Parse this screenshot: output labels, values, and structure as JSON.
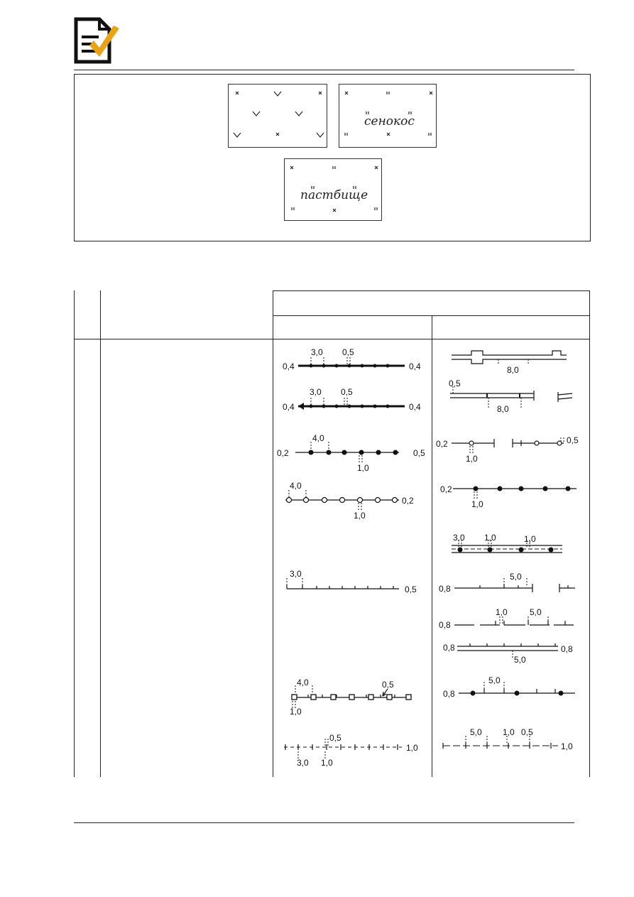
{
  "header": {
    "icon": "document-checkmark-icon",
    "accent_color": "#e8a317"
  },
  "land_figure": {
    "fields": [
      {
        "id": "orchard",
        "label": ""
      },
      {
        "id": "hayfield",
        "label": "сенокос"
      },
      {
        "id": "pasture",
        "label": "пастбище"
      }
    ]
  },
  "table": {
    "header_cells": [
      "",
      "",
      "",
      "",
      ""
    ],
    "symbols_left": [
      {
        "labels": [
          "3,0",
          "0,5",
          "0,4",
          "0,4"
        ]
      },
      {
        "labels": [
          "3,0",
          "0,5",
          "0,4",
          "0,4"
        ]
      },
      {
        "labels": [
          "4,0",
          "0,2",
          "0,5",
          "1,0"
        ]
      },
      {
        "labels": [
          "4,0",
          "0,2",
          "1,0"
        ]
      },
      {
        "labels": [
          "3,0",
          "0,5"
        ]
      },
      {
        "labels": [
          "4,0",
          "0,5",
          "1,0"
        ]
      },
      {
        "labels": [
          "0,5",
          "1,0",
          "3,0",
          "1,0"
        ]
      }
    ],
    "symbols_right": [
      {
        "labels": [
          "8,0"
        ]
      },
      {
        "labels": [
          "0,5",
          "8,0"
        ]
      },
      {
        "labels": [
          "0,2",
          "1,0",
          "0,5"
        ]
      },
      {
        "labels": [
          "0,2",
          "1,0"
        ]
      },
      {
        "labels": [
          "3,0",
          "1,0",
          "1,0"
        ]
      },
      {
        "labels": [
          "0,8",
          "5,0"
        ]
      },
      {
        "labels": [
          "0,8",
          "1,0",
          "5,0"
        ]
      },
      {
        "labels": [
          "0,8",
          "0,8",
          "5,0"
        ]
      },
      {
        "labels": [
          "0,8",
          "5,0"
        ]
      },
      {
        "labels": [
          "5,0",
          "1,0",
          "0,5",
          "1,0"
        ]
      }
    ]
  }
}
